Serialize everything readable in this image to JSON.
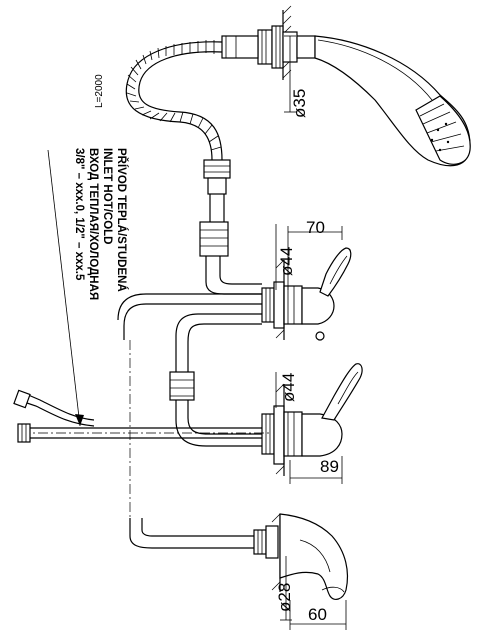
{
  "hose_length": "L=2000",
  "dimensions": {
    "shower_wall": "ø35",
    "handle_reach": "70",
    "valve_one_wall": "ø44",
    "valve_two_wall": "ø44",
    "valve_two_depth": "89",
    "spout_wall": "ø28",
    "spout_reach": "60"
  },
  "inlet_note": {
    "line1": "PŘÍVOD TEPLÁ/STUDENÁ",
    "line2": "INLET HOT/COLD",
    "line3": "ВХОД ТЕПЛАЯ/ХОЛОДНАЯ",
    "line4": "3/8\" – xxx.0, 1/2\" – xxx.5"
  }
}
